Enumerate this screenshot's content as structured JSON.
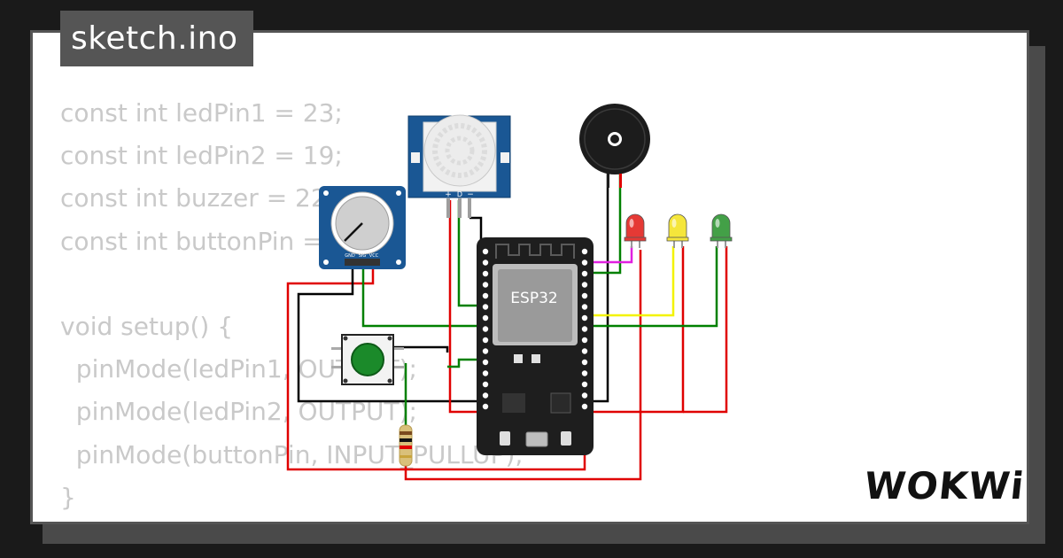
{
  "tab": {
    "filename": "sketch.ino"
  },
  "code_lines": [
    "const int ledPin1 = 23;",
    "const int ledPin2 = 19;",
    "const int buzzer = 22;",
    "const int buttonPin = 15;",
    "",
    "void setup() {",
    "  pinMode(ledPin1, OUTPUT);",
    "  pinMode(ledPin2, OUTPUT);",
    "  pinMode(buttonPin, INPUT_PULLUP);",
    "}"
  ],
  "board": {
    "label": "ESP32"
  },
  "pir": {
    "pin_plus": "+",
    "pin_d": "D",
    "pin_minus": "−"
  },
  "potentiometer": {
    "pin_gnd": "GND",
    "pin_sig": "SIG",
    "pin_vcc": "VCC"
  },
  "leds": [
    {
      "color_name": "red",
      "color": "#e53935"
    },
    {
      "color_name": "yellow",
      "color": "#f5e63b"
    },
    {
      "color_name": "green",
      "color": "#43a047"
    }
  ],
  "wire_colors": {
    "power": "#e00000",
    "ground": "#000000",
    "signal": "#008000",
    "yellow": "#f3f300",
    "magenta": "#e020e0"
  },
  "brand": {
    "name": "WOKWi"
  }
}
